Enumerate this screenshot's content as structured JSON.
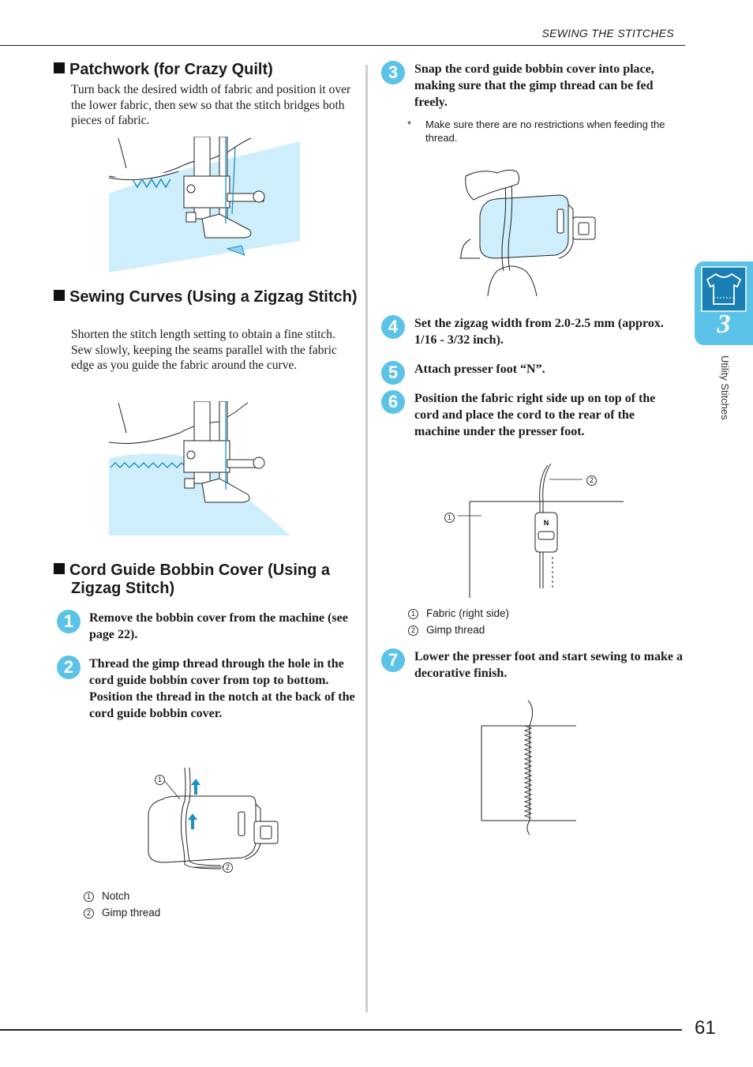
{
  "header": {
    "running_head": "SEWING THE STITCHES"
  },
  "footer": {
    "page_number": "61"
  },
  "tab": {
    "number": "3",
    "label": "Utility Stitches",
    "icon": "shirt-icon"
  },
  "colors": {
    "accent": "#5cc3e8",
    "fabric": "#cdeefa"
  },
  "left": {
    "patchwork": {
      "heading": "Patchwork (for Crazy Quilt)",
      "body": "Turn back the desired width of fabric and position it over the lower fabric, then sew so that the stitch bridges both pieces of fabric."
    },
    "curves": {
      "heading": "Sewing Curves (Using a Zigzag Stitch)",
      "body": "Shorten the stitch length setting to obtain a fine stitch. Sew slowly, keeping the seams parallel with the fabric edge as you guide the fabric around the curve."
    },
    "cord": {
      "heading": "Cord Guide Bobbin Cover (Using a Zigzag Stitch)",
      "steps": [
        {
          "num": "1",
          "text": "Remove the bobbin cover from the machine (see page 22)."
        },
        {
          "num": "2",
          "text": "Thread the gimp thread through the hole in the cord guide bobbin cover from top to bottom. Position the thread in the notch at the back of the cord guide bobbin cover."
        }
      ],
      "callouts": [
        "1",
        "2"
      ],
      "legend": [
        {
          "num": "1",
          "label": "Notch"
        },
        {
          "num": "2",
          "label": "Gimp thread"
        }
      ]
    }
  },
  "right": {
    "step3": {
      "num": "3",
      "text": "Snap the cord guide bobbin cover into place, making sure that the gimp thread can be fed freely."
    },
    "note": {
      "mark": "*",
      "text": "Make sure there are no restrictions when feeding the thread."
    },
    "step4": {
      "num": "4",
      "text": "Set the zigzag width from 2.0-2.5 mm (approx. 1/16 - 3/32 inch)."
    },
    "step5": {
      "num": "5",
      "text": "Attach presser foot “N”."
    },
    "step6": {
      "num": "6",
      "text": "Position the fabric right side up on top of the cord and place the cord to the rear of the machine under the presser foot."
    },
    "foot_letter": "N",
    "callouts": [
      "1",
      "2"
    ],
    "legend": [
      {
        "num": "1",
        "label": "Fabric (right side)"
      },
      {
        "num": "2",
        "label": "Gimp thread"
      }
    ],
    "step7": {
      "num": "7",
      "text": "Lower the presser foot and start sewing to make a decorative finish."
    }
  }
}
